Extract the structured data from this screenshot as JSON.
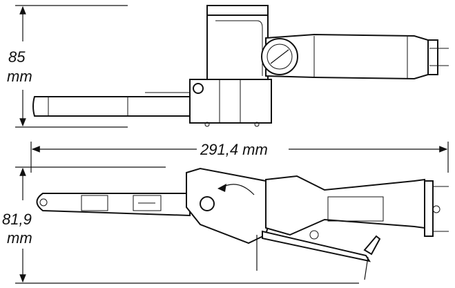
{
  "dimensions": {
    "height_top": {
      "value": "85",
      "unit": "mm"
    },
    "length": {
      "label": "291,4 mm"
    },
    "height_side": {
      "value": "81,9",
      "unit": "mm"
    }
  },
  "colors": {
    "line": "#111111",
    "background": "#ffffff"
  }
}
